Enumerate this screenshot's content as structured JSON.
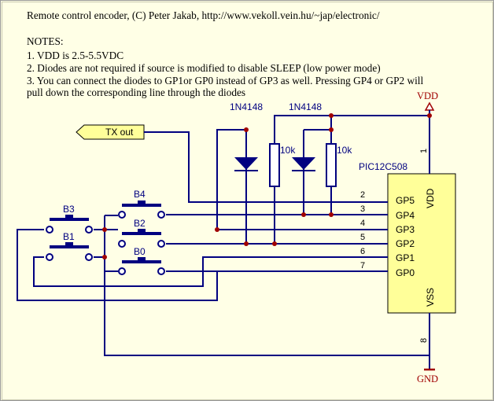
{
  "header": "Remote control encoder, (C) Peter Jakab, http://www.vekoll.vein.hu/~jap/electronic/",
  "notes": {
    "title": "NOTES:",
    "line1": "1. VDD is 2.5-5.5VDC",
    "line2": "2. Diodes are not required if source is modified to disable SLEEP (low power mode)",
    "line3a": "3. You can connect the diodes to GP1or GP0 instead of GP3 as well. Pressing GP4 or GP2 will",
    "line3b": "pull down the corresponding line through the diodes"
  },
  "colors": {
    "wire": "#000080",
    "chip_fill": "#ffff99",
    "power": "#a00000",
    "junction": "#a00000",
    "background": "#ffffe6"
  },
  "power": {
    "vdd": "VDD",
    "gnd": "GND"
  },
  "tx_label": "TX out",
  "chip": {
    "name": "PIC12C508",
    "vdd": "VDD",
    "vss": "VSS",
    "pin1": "1",
    "pin8": "8",
    "pins": [
      {
        "num": "2",
        "name": "GP5"
      },
      {
        "num": "3",
        "name": "GP4"
      },
      {
        "num": "4",
        "name": "GP3"
      },
      {
        "num": "5",
        "name": "GP2"
      },
      {
        "num": "6",
        "name": "GP1"
      },
      {
        "num": "7",
        "name": "GP0"
      }
    ]
  },
  "diodes": [
    {
      "label": "1N4148"
    },
    {
      "label": "1N4148"
    }
  ],
  "resistors": [
    {
      "label": "10k"
    },
    {
      "label": "10k"
    }
  ],
  "buttons": {
    "b3": "B3",
    "b1": "B1",
    "b4": "B4",
    "b2": "B2",
    "b0": "B0"
  }
}
